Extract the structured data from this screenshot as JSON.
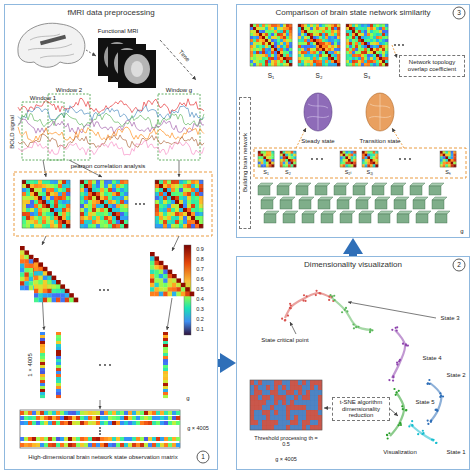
{
  "diagram": {
    "nodes": [
      {
        "text": [
          "fMRI data preprocessing"
        ]
      },
      {
        "text": [
          "Comparison of brain state network similarity"
        ]
      },
      {
        "text": [
          "Dimensionality visualization"
        ]
      },
      {
        "text": [
          "Network topology overlap coefficient"
        ],
        "in": 1
      },
      {
        "text": [
          "Building brain network"
        ],
        "in": 1
      },
      {
        "text": [
          "t-SNE algorithm dimensionality reduction"
        ],
        "in": 2
      }
    ],
    "edges": [
      {
        "from": 0,
        "to": 2,
        "arrow": "to"
      },
      {
        "from": 2,
        "to": 1,
        "arrow": "to"
      }
    ],
    "labels": [
      "Functional MRI",
      "Time",
      "Window 2",
      "Window 1",
      "Window g",
      "BOLD signal",
      "pearson correlation analysis",
      "0.9",
      "0.8",
      "0.7",
      "0.6",
      "0.5",
      "0.4",
      "0.3",
      "0.2",
      "0.1",
      "1 × 4005",
      "g",
      "g × 4005",
      "High-dimensional brain network state observation matrix",
      "1",
      "3",
      "S₁",
      "S₂",
      "S₃",
      "Steady state",
      "Transition state",
      "S₁",
      "S₂",
      "S₂ᵢ",
      "S₂ⱼ",
      "Sₖ",
      "g",
      "2",
      "State critical point",
      "State 3",
      "State 4",
      "State 5",
      "State 2",
      "State 1",
      "Threshold processing th = 0.5",
      "g × 4005",
      "Visualization"
    ]
  }
}
